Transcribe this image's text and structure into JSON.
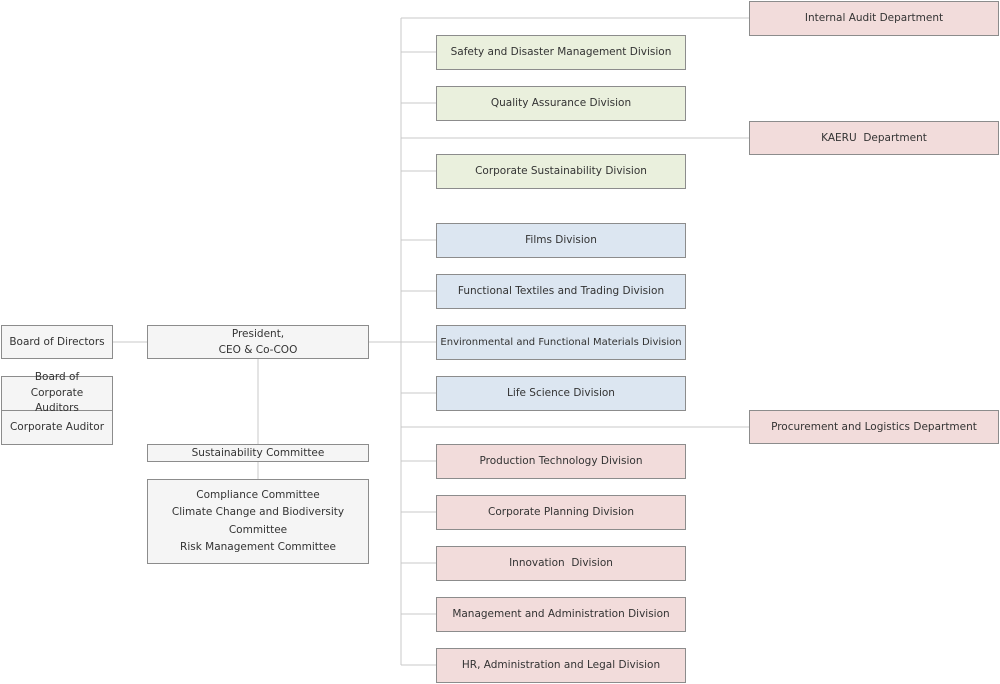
{
  "left": {
    "board_of_directors": "Board of Directors",
    "board_of_corporate_auditors": "Board of Corporate Auditors",
    "corporate_auditor": "Corporate Auditor"
  },
  "president": {
    "line1": "President,",
    "line2": "CEO & Co-COO"
  },
  "sustainability": {
    "committee": "Sustainability Committee",
    "sub_committees": [
      "Compliance Committee",
      "Climate Change and Biodiversity Committee",
      "Risk Management Committee"
    ]
  },
  "departments": [
    "Internal Audit Department",
    "KAERU  Department",
    "Procurement and Logistics Department"
  ],
  "divisions": {
    "green": [
      "Safety and Disaster Management Division",
      "Quality Assurance Division",
      "Corporate Sustainability Division"
    ],
    "blue": [
      "Films Division",
      "Functional Textiles and Trading Division",
      "Environmental and Functional Materials Division",
      "Life Science Division"
    ],
    "pink": [
      "Production Technology Division",
      "Corporate Planning Division",
      "Innovation  Division",
      "Management and Administration Division",
      "HR, Administration and Legal Division"
    ]
  },
  "colors": {
    "line": "#c8c8c8",
    "border": "#8c8c8c",
    "gray": "#f5f5f5",
    "green": "#eaf0dd",
    "blue": "#dce6f1",
    "pink": "#f2dcdb"
  }
}
